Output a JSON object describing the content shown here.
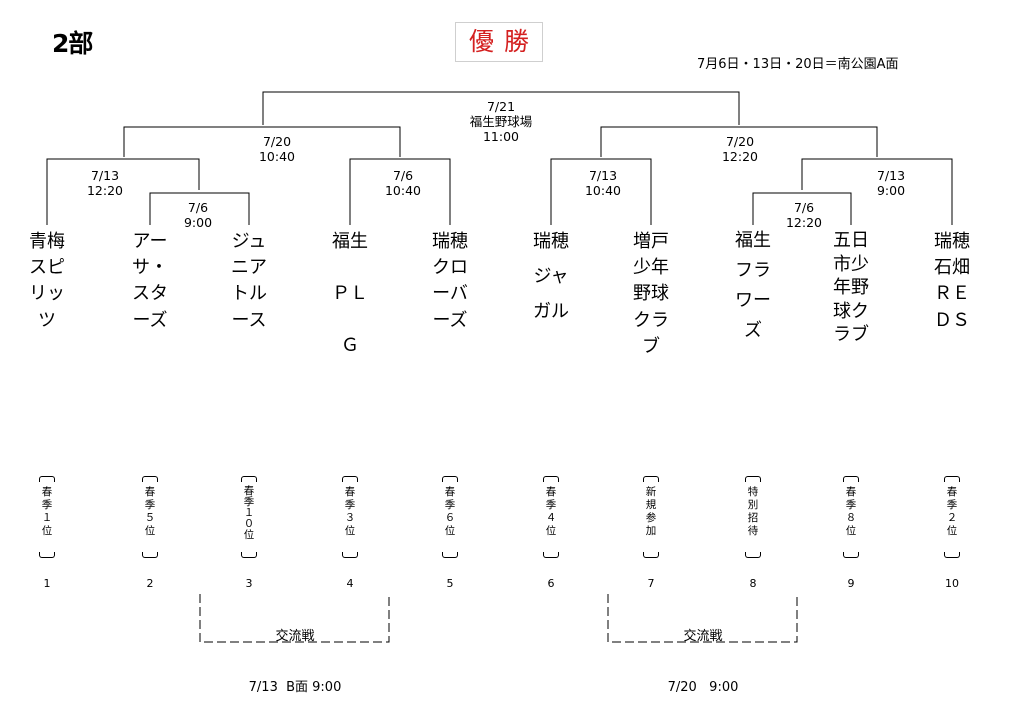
{
  "header": {
    "division": "2部",
    "champion": "優勝",
    "venue_note": "7月6日・13日・20日＝南公園A面"
  },
  "matches": {
    "final": "7/21\n福生野球場\n11:00",
    "semi_left": "7/20\n10:40",
    "semi_right": "7/20\n12:20",
    "m1": "7/13\n12:20",
    "m2": "7/6\n9:00",
    "m3": "7/6\n10:40",
    "m4": "7/13\n10:40",
    "m5": "7/6\n12:20",
    "m6": "7/13\n9:00"
  },
  "teams": [
    {
      "name": "青梅スピリッツ",
      "rank": "春季１位",
      "num": "1"
    },
    {
      "name": "アーサ・スターズ",
      "rank": "春季５位",
      "num": "2"
    },
    {
      "name": "ジュニアトルース",
      "rank": "春季１０位",
      "num": "3"
    },
    {
      "name": "福生ＰＬＧ",
      "rank": "春季３位",
      "num": "4"
    },
    {
      "name": "瑞穂クローバーズ",
      "rank": "春季６位",
      "num": "5"
    },
    {
      "name": "瑞穂ジャガル",
      "rank": "春季４位",
      "num": "6"
    },
    {
      "name": "増戸少年野球クラブ",
      "rank": "新規参加",
      "num": "7"
    },
    {
      "name": "福生フラワーズ",
      "rank": "特別招待",
      "num": "8"
    },
    {
      "name": "五日市少年野球クラブ",
      "rank": "春季８位",
      "num": "9"
    },
    {
      "name": "瑞穂石畑ＲＥＤＳ",
      "rank": "春季２位",
      "num": "10"
    }
  ],
  "exchange": [
    {
      "title": "交流戦",
      "detail": "7/13  B面 9:00"
    },
    {
      "title": "交流戦",
      "detail": "7/20   9:00"
    }
  ]
}
